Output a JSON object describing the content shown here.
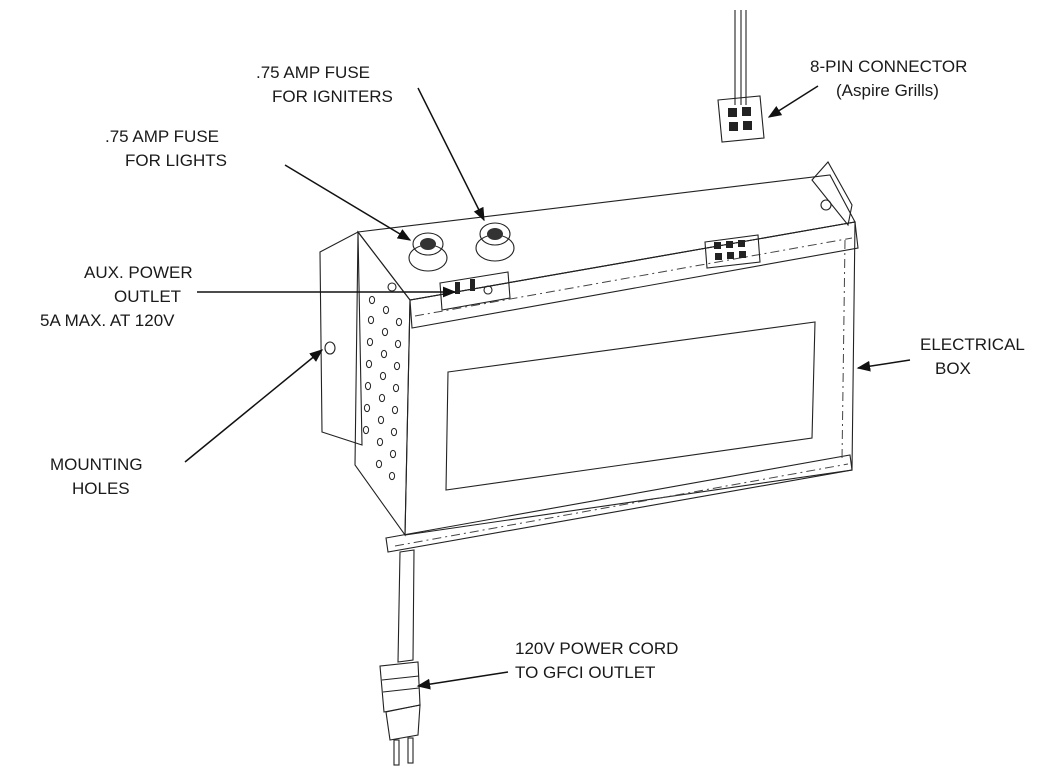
{
  "labels": {
    "fuse_igniters": [
      ".75 AMP FUSE",
      "FOR IGNITERS"
    ],
    "fuse_lights": [
      ".75 AMP FUSE",
      "FOR LIGHTS"
    ],
    "aux_outlet": [
      "AUX. POWER",
      "OUTLET",
      "5A MAX. AT 120V"
    ],
    "mounting_holes": [
      "MOUNTING",
      "HOLES"
    ],
    "connector": [
      "8-PIN CONNECTOR",
      "(Aspire Grills)"
    ],
    "electrical_box": [
      "ELECTRICAL",
      "BOX"
    ],
    "power_cord": [
      "120V POWER CORD",
      "TO GFCI OUTLET"
    ]
  }
}
